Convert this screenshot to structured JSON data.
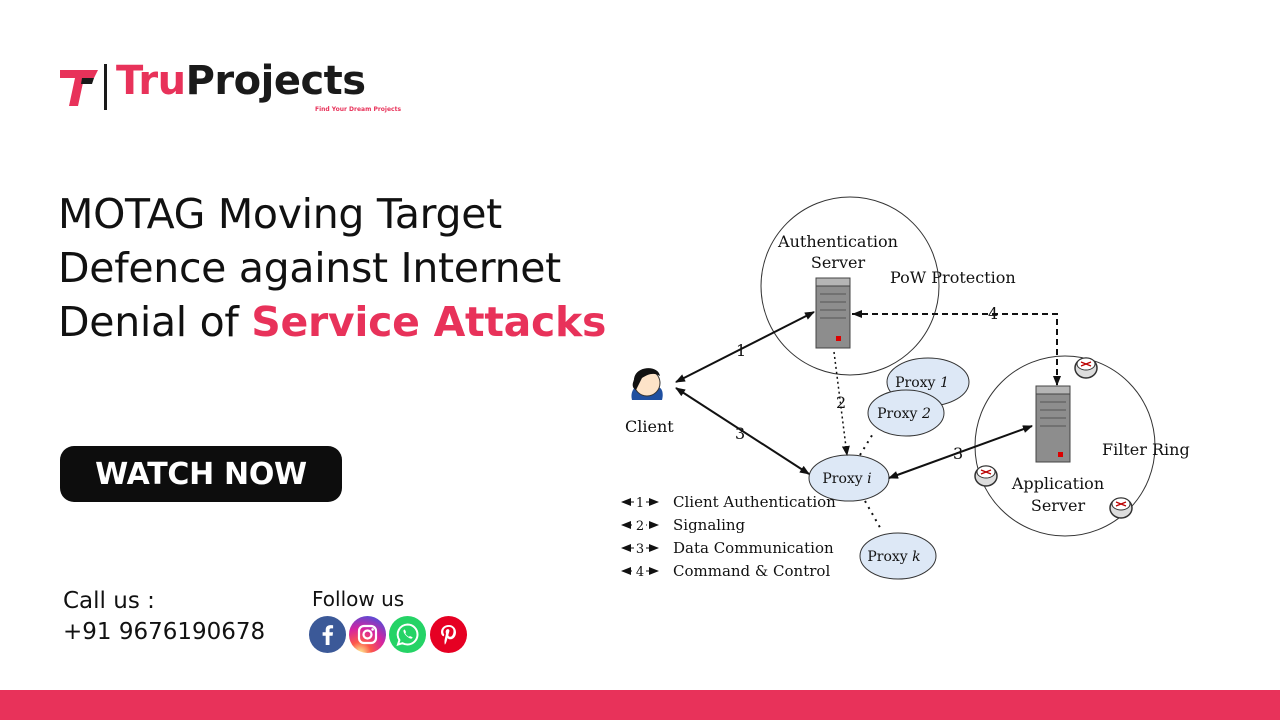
{
  "brand": {
    "name_part1": "Tru",
    "name_part2": "Projects",
    "tagline": "Find Your Dream Projects",
    "accent_color": "#e8325a",
    "dark_color": "#1a1a1a"
  },
  "headline": {
    "line1": "MOTAG Moving Target",
    "line2": "Defence against Internet",
    "line3_plain": "Denial of ",
    "line3_highlight": "Service Attacks"
  },
  "cta": {
    "label": "WATCH NOW"
  },
  "contact": {
    "call_label": "Call us :",
    "phone": "+91 9676190678",
    "follow_label": "Follow us"
  },
  "social": [
    {
      "icon": "facebook-icon",
      "color": "#3b5998"
    },
    {
      "icon": "instagram-icon",
      "color": "#d6249f"
    },
    {
      "icon": "whatsapp-icon",
      "color": "#25d366"
    },
    {
      "icon": "pinterest-icon",
      "color": "#e60023"
    }
  ],
  "diagram": {
    "auth_server_line1": "Authentication",
    "auth_server_line2": "Server",
    "pow_protection": "PoW Protection",
    "client": "Client",
    "filter_ring": "Filter Ring",
    "app_server_line1": "Application",
    "app_server_line2": "Server",
    "proxy_label": "Proxy",
    "proxy_1_sub": "1",
    "proxy_2_sub": "2",
    "proxy_i_sub": "i",
    "proxy_k_sub": "k",
    "edge_1": "1",
    "edge_2": "2",
    "edge_3a": "3",
    "edge_3b": "3",
    "edge_4": "4",
    "legend": [
      {
        "num": "1",
        "label": "Client Authentication"
      },
      {
        "num": "2",
        "label": "Signaling"
      },
      {
        "num": "3",
        "label": "Data Communication"
      },
      {
        "num": "4",
        "label": "Command & Control"
      }
    ]
  }
}
